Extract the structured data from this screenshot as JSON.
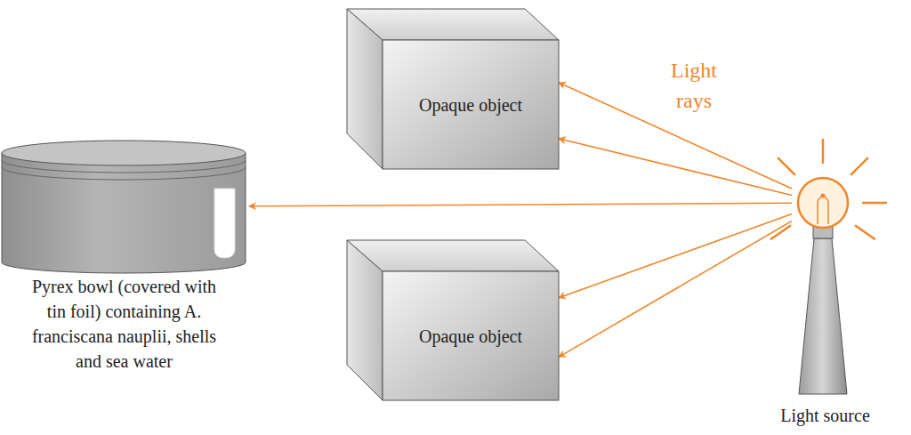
{
  "diagram": {
    "nodes": [
      {
        "text": [
          "Pyrex bowl (covered with tin foil) containing A. franciscana nauplii, shells and sea water"
        ]
      },
      {
        "text": [
          "Opaque object"
        ]
      },
      {
        "text": [
          "Opaque object"
        ]
      },
      {
        "text": [
          "Light source"
        ]
      }
    ],
    "edges": [
      {
        "from": 3,
        "to": 1,
        "arrow": "to"
      },
      {
        "from": 3,
        "to": 1,
        "arrow": "to"
      },
      {
        "from": 3,
        "to": 0,
        "arrow": "to"
      },
      {
        "from": 3,
        "to": 2,
        "arrow": "to"
      },
      {
        "from": 3,
        "to": 2,
        "arrow": "to"
      }
    ],
    "labels": [
      "Light rays"
    ]
  }
}
